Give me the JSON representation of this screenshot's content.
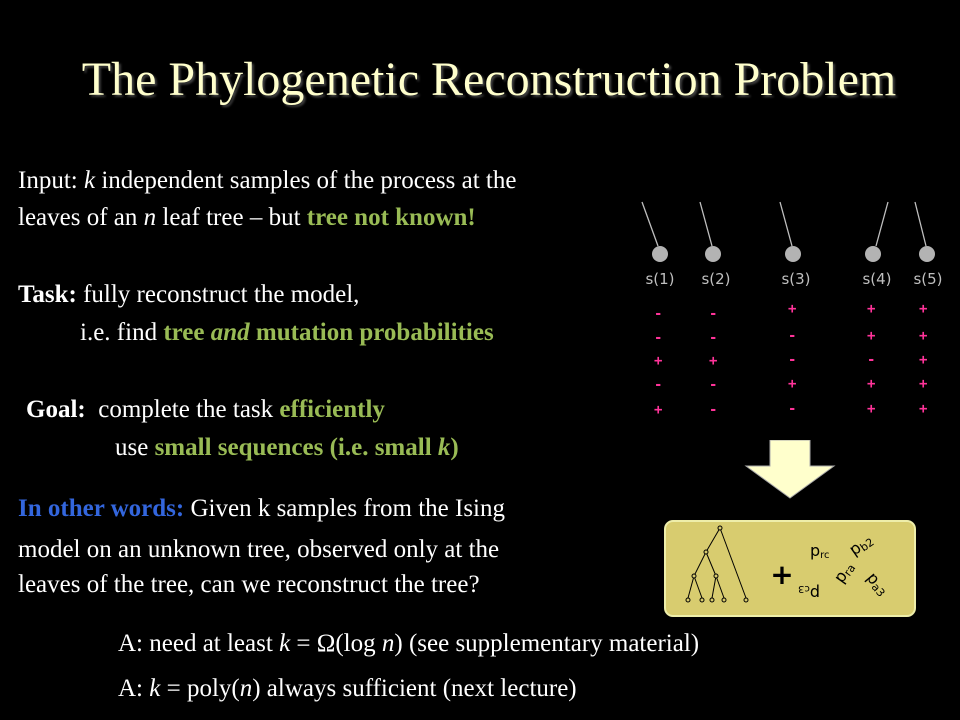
{
  "slide": {
    "title": "The Phylogenetic Reconstruction Problem",
    "input": {
      "p1": "Input: ",
      "k": "k",
      "p2": " independent samples of the process at the",
      "p3": "leaves of an ",
      "n": "n",
      "p4": " leaf tree – but ",
      "highlight": "tree not known!"
    },
    "task": {
      "label": "Task:",
      "line1": " fully reconstruct the model,",
      "line2_prefix": "i.e.  find ",
      "tree": "tree",
      "and": "and",
      "mutation": "mutation probabilities"
    },
    "goal": {
      "label": "Goal:",
      "line1_prefix": "  complete the task ",
      "efficiently": "efficiently",
      "line2_prefix": "use ",
      "small_seq": "small sequences (i.e. small ",
      "k": "k",
      "close": ")"
    },
    "other_words": {
      "label": "In other words:",
      "line1": " Given k samples from the Ising",
      "line2": "model on an unknown tree, observed only at the",
      "line3": "leaves of the tree, can we reconstruct the tree?"
    },
    "answer1": {
      "prefix": "A: need at least ",
      "k": "k",
      "mid": " = Ω(log ",
      "n": "n",
      "suffix": ")  (see supplementary material)"
    },
    "answer2": {
      "prefix": "A: ",
      "k": "k",
      "mid": " = poly(",
      "n": "n",
      "suffix": ") always sufficient  (next lecture)"
    }
  },
  "diagram": {
    "samples": [
      {
        "label": "s(1)",
        "signs": [
          "-",
          "-",
          "+",
          "-",
          "+"
        ]
      },
      {
        "label": "s(2)",
        "signs": [
          "-",
          "-",
          "+",
          "-",
          "-"
        ]
      },
      {
        "label": "s(3)",
        "signs": [
          "+",
          "-",
          "-",
          "+",
          "-"
        ]
      },
      {
        "label": "s(4)",
        "signs": [
          "+",
          "+",
          "-",
          "+",
          "+"
        ]
      },
      {
        "label": "s(5)",
        "signs": [
          "+",
          "+",
          "+",
          "+",
          "+"
        ]
      }
    ],
    "result": {
      "plus": "+",
      "labels": [
        "p",
        "rc",
        "p",
        "b2",
        "p",
        "ra",
        "p",
        "a3",
        "p",
        "c3"
      ]
    }
  },
  "colors": {
    "background": "#000000",
    "title": "#ffffcc",
    "highlight_green": "#99bb55",
    "highlight_blue": "#3366dd",
    "signs": "#ff3399",
    "box": "#d8cc6f"
  }
}
